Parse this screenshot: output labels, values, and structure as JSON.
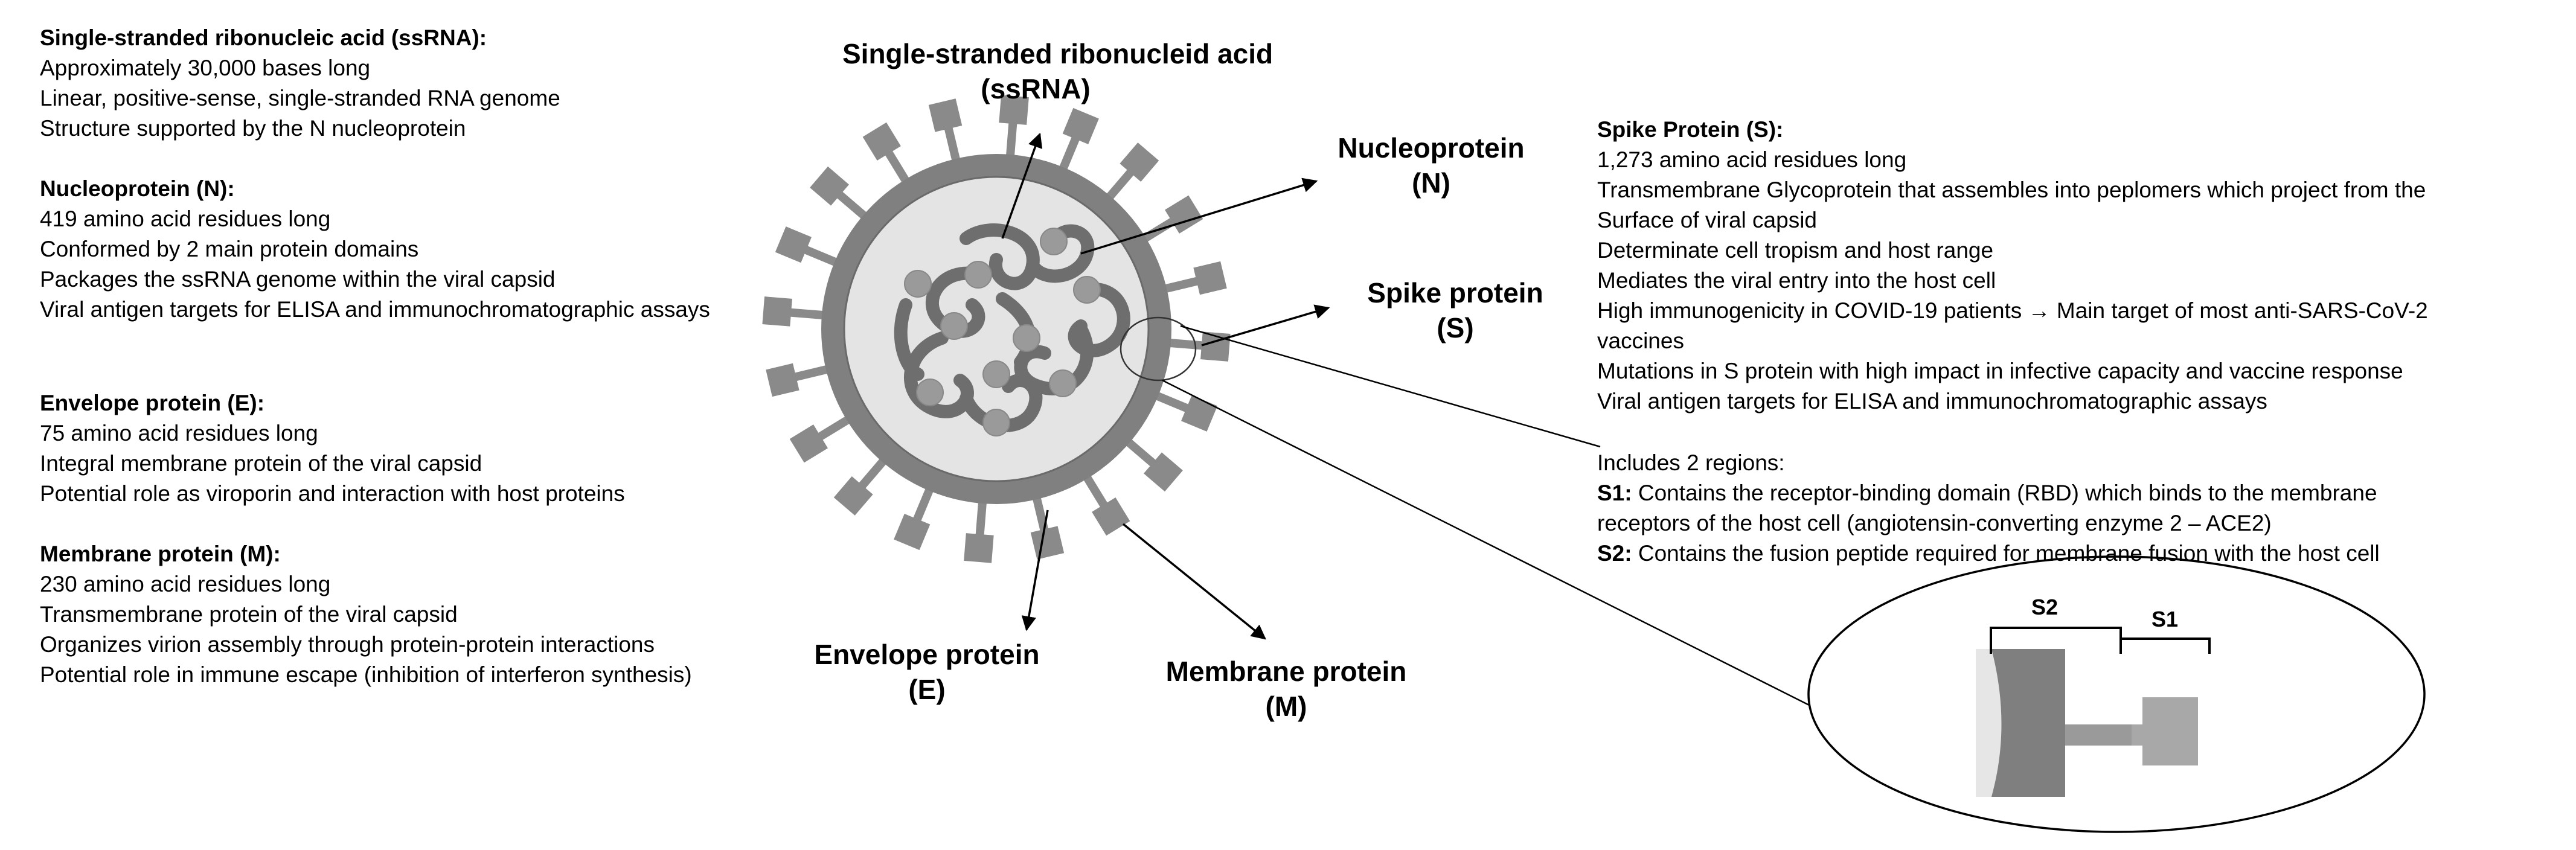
{
  "left_panel": {
    "sections": [
      {
        "heading": "Single-stranded ribonucleic acid (ssRNA):",
        "lines": [
          "Approximately 30,000 bases long",
          "Linear, positive-sense, single-stranded RNA genome",
          "Structure supported by the N nucleoprotein"
        ]
      },
      {
        "heading": "Nucleoprotein (N):",
        "lines": [
          "419 amino acid residues long",
          "Conformed by 2 main protein domains",
          "Packages the ssRNA genome within the viral capsid",
          "Viral antigen targets for ELISA and immunochromatographic assays"
        ]
      },
      {
        "heading": "Envelope protein (E):",
        "lines": [
          "75 amino acid residues long",
          "Integral membrane protein of the viral capsid",
          "Potential role as viroporin and interaction with host proteins"
        ]
      },
      {
        "heading": "Membrane protein (M):",
        "lines": [
          "230 amino acid residues long",
          "Transmembrane protein of the viral capsid",
          "Organizes virion assembly through protein-protein interactions",
          "Potential role in immune escape (inhibition of interferon synthesis)"
        ]
      }
    ]
  },
  "callouts": {
    "ssrna": {
      "line1": "Single-stranded ribonucleid acid",
      "line2": "(ssRNA)"
    },
    "nucleoprotein": {
      "line1": "Nucleoprotein",
      "line2": "(N)"
    },
    "spike": {
      "line1": "Spike protein",
      "line2": "(S)"
    },
    "envelope": {
      "line1": "Envelope protein",
      "line2": "(E)"
    },
    "membrane": {
      "line1": "Membrane protein",
      "line2": "(M)"
    }
  },
  "right_panel": {
    "heading": "Spike Protein (S):",
    "lines": [
      "1,273 amino acid residues long",
      "Transmembrane Glycoprotein that assembles into peplomers which project from the",
      "Surface of viral capsid",
      "Determinate cell tropism and host range",
      "Mediates the viral entry into the host cell",
      "High immunogenicity in COVID-19 patients → Main target of most anti-SARS-CoV-2",
      "vaccines",
      "Mutations in S protein with high impact in infective capacity and vaccine response",
      "Viral antigen targets for ELISA and immunochromatographic assays"
    ],
    "regions_intro": "Includes 2 regions:",
    "s1_label": "S1:",
    "s1_text_1": "Contains the receptor-binding domain (RBD) which binds to the membrane",
    "s1_text_2": "receptors of the host cell (angiotensin-converting enzyme 2 – ACE2)",
    "s2_label": "S2:",
    "s2_text": "Contains the fusion peptide required for membrane fusion with the host cell"
  },
  "zoom": {
    "s2_label": "S2",
    "s1_label": "S1"
  },
  "colors": {
    "envelope": "#808080",
    "interior": "#e4e4e4",
    "rna": "#6e6e6e",
    "nucleocapsid": "#9a9a9a",
    "spike": "#8a8a8a",
    "ink": "#000000"
  }
}
